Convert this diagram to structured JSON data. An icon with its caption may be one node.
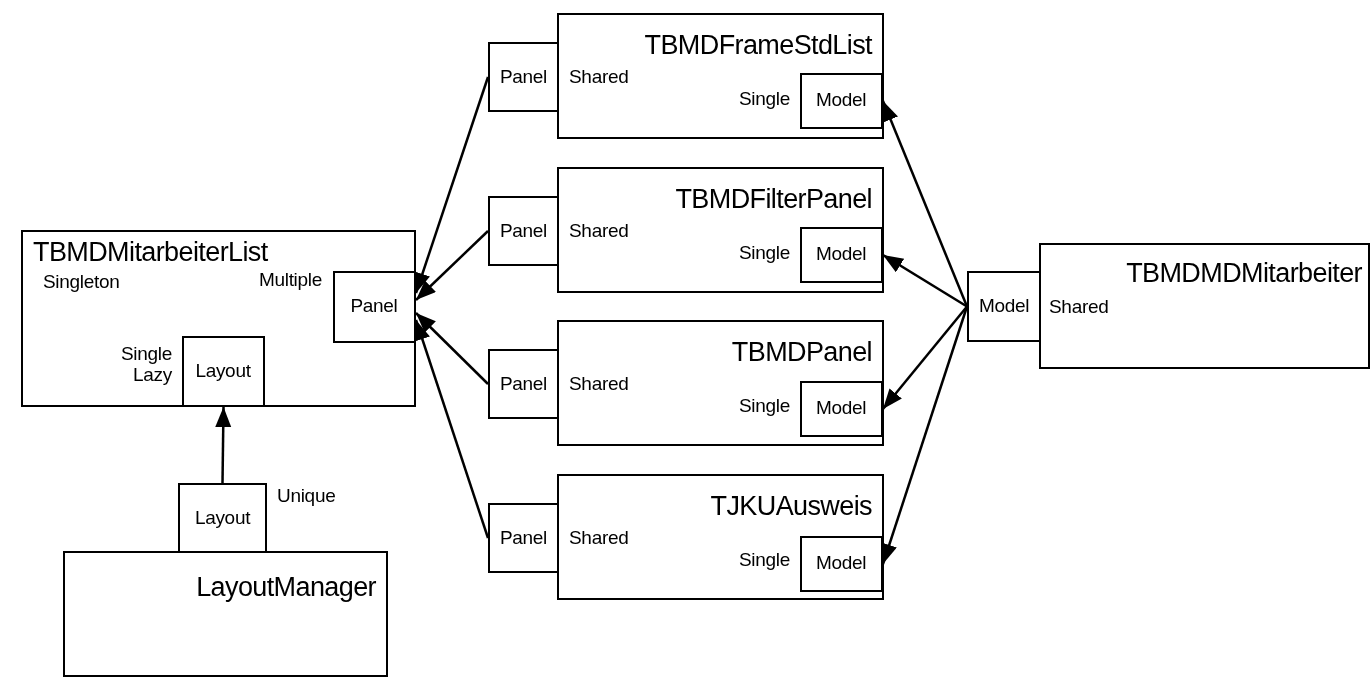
{
  "diagram": {
    "nodes": [
      {
        "text": [
          "TBMDMitarbeiterList",
          "Singleton",
          "Multiple",
          "Single Lazy"
        ]
      },
      {
        "text": [
          "Panel"
        ],
        "in": 0
      },
      {
        "text": [
          "Layout"
        ],
        "in": 0
      },
      {
        "text": [
          "Layout"
        ],
        "beside": [
          "Unique"
        ]
      },
      {
        "text": [
          "LayoutManager"
        ]
      },
      {
        "text": [
          "Panel"
        ]
      },
      {
        "text": [
          "TBMDFrameStdList",
          "Shared",
          "Single"
        ]
      },
      {
        "text": [
          "Model"
        ],
        "in": 6
      },
      {
        "text": [
          "Panel"
        ]
      },
      {
        "text": [
          "TBMDFilterPanel",
          "Shared",
          "Single"
        ]
      },
      {
        "text": [
          "Model"
        ],
        "in": 9
      },
      {
        "text": [
          "Panel"
        ]
      },
      {
        "text": [
          "TBMDPanel",
          "Shared",
          "Single"
        ]
      },
      {
        "text": [
          "Model"
        ],
        "in": 12
      },
      {
        "text": [
          "Panel"
        ]
      },
      {
        "text": [
          "TJKUAusweis",
          "Shared",
          "Single"
        ]
      },
      {
        "text": [
          "Model"
        ],
        "in": 15
      },
      {
        "text": [
          "Model"
        ]
      },
      {
        "text": [
          "TBMDMDMitarbeiter",
          "Shared"
        ]
      }
    ],
    "edges": [
      {
        "from": 3,
        "to": 2,
        "arrow": "to"
      },
      {
        "from": 5,
        "to": 1,
        "arrow": "to"
      },
      {
        "from": 8,
        "to": 1,
        "arrow": "to"
      },
      {
        "from": 11,
        "to": 1,
        "arrow": "to"
      },
      {
        "from": 14,
        "to": 1,
        "arrow": "to"
      },
      {
        "from": 17,
        "to": 7,
        "arrow": "to"
      },
      {
        "from": 17,
        "to": 10,
        "arrow": "to"
      },
      {
        "from": 17,
        "to": 13,
        "arrow": "to"
      },
      {
        "from": 17,
        "to": 16,
        "arrow": "to"
      }
    ]
  }
}
